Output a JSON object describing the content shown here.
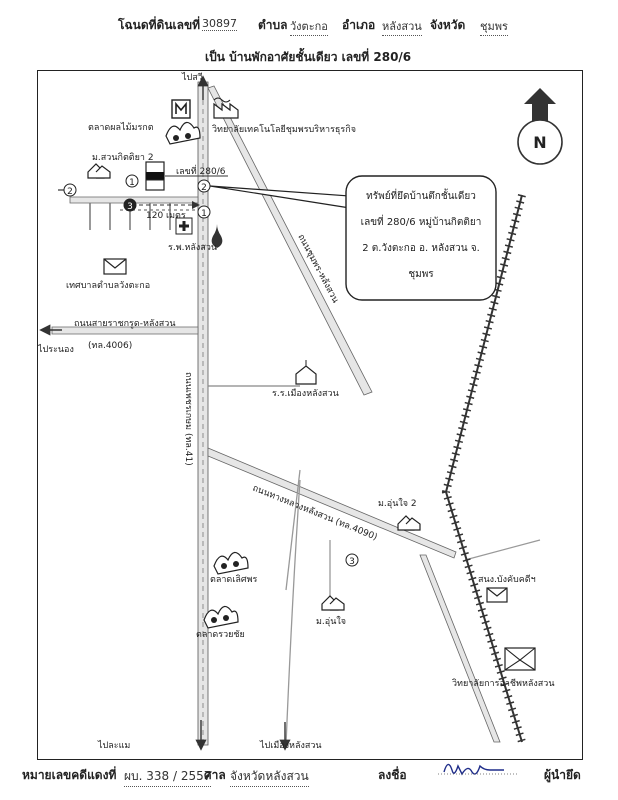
{
  "header": {
    "deed_label": "โฉนดที่ดินเลขที่",
    "deed_no": "30897",
    "tambon_label": "ตำบล",
    "tambon": "วังตะกอ",
    "amphoe_label": "อำเภอ",
    "amphoe": "หลังสวน",
    "province_label": "จังหวัด",
    "province": "ชุมพร",
    "subtitle": "เป็น  บ้านพักอาศัยชั้นเดียว เลขที่ 280/6"
  },
  "map": {
    "to_sawi": "ไปสวี",
    "college": "วิทยาลัยเทคโนโลยีชุมพรบริหารธุรกิจ",
    "fruit_market": "ตลาดผลไม้มรกต",
    "village": "ม.สวนกิตติยา 2",
    "house_no": "เลขที่ 280/6",
    "distance": "120 เมตร",
    "hospital": "ร.พ.หลังสวน",
    "municipality": "เทศบาลตำบลวังตะกอ",
    "road_ratchakrut": "ถนนสายราชกรูด-หลังสวน",
    "road_ratchakrut_no": "(ทล.4006)",
    "to_ranong": "ไประนอง",
    "road_phetkasem": "ถนนเพชรเกษม (ทล.41)",
    "road_side": "ถนนชุมพร-หลังสวน",
    "school": "ร.ร.เมืองหลังสวน",
    "road_lower": "ถนนทางหลวงหลังสวน (ทล.4090)",
    "village_unjai2": "ม.อุ่นใจ 2",
    "market_lertpong": "ตลาดเลิศพร",
    "market_ruaychai": "ตลาดรวยชัย",
    "village_unjai": "ม.อุ่นใจ",
    "enforcement_office": "สนง.บังคับคดีฯ",
    "vocational_college": "วิทยาลัยการอาชีพหลังสวน",
    "to_lamae": "ไปละแม",
    "to_langsuan": "ไปเมืองหลังสวน",
    "north_label": "N",
    "callout": [
      "ทรัพย์ที่ยึดบ้านตึกชั้นเดียว",
      "เลขที่ 280/6 หมู่บ้านกิตติยา",
      "2 ต.วังตะกอ อ. หลังสวน จ.",
      "ชุมพร"
    ],
    "markers": [
      "1",
      "2",
      "3"
    ],
    "colors": {
      "ink": "#222222",
      "road_fill": "#e6e6e6",
      "north_arrow": "#333333"
    }
  },
  "footer": {
    "case_label": "หมายเลขคดีแดงที่",
    "case_no": "ผบ. 338  / 2557",
    "court_label": "ศาล",
    "court": "จังหวัดหลังสวน",
    "sign_label": "ลงชื่อ",
    "seizer": "ผู้นำยึด"
  }
}
